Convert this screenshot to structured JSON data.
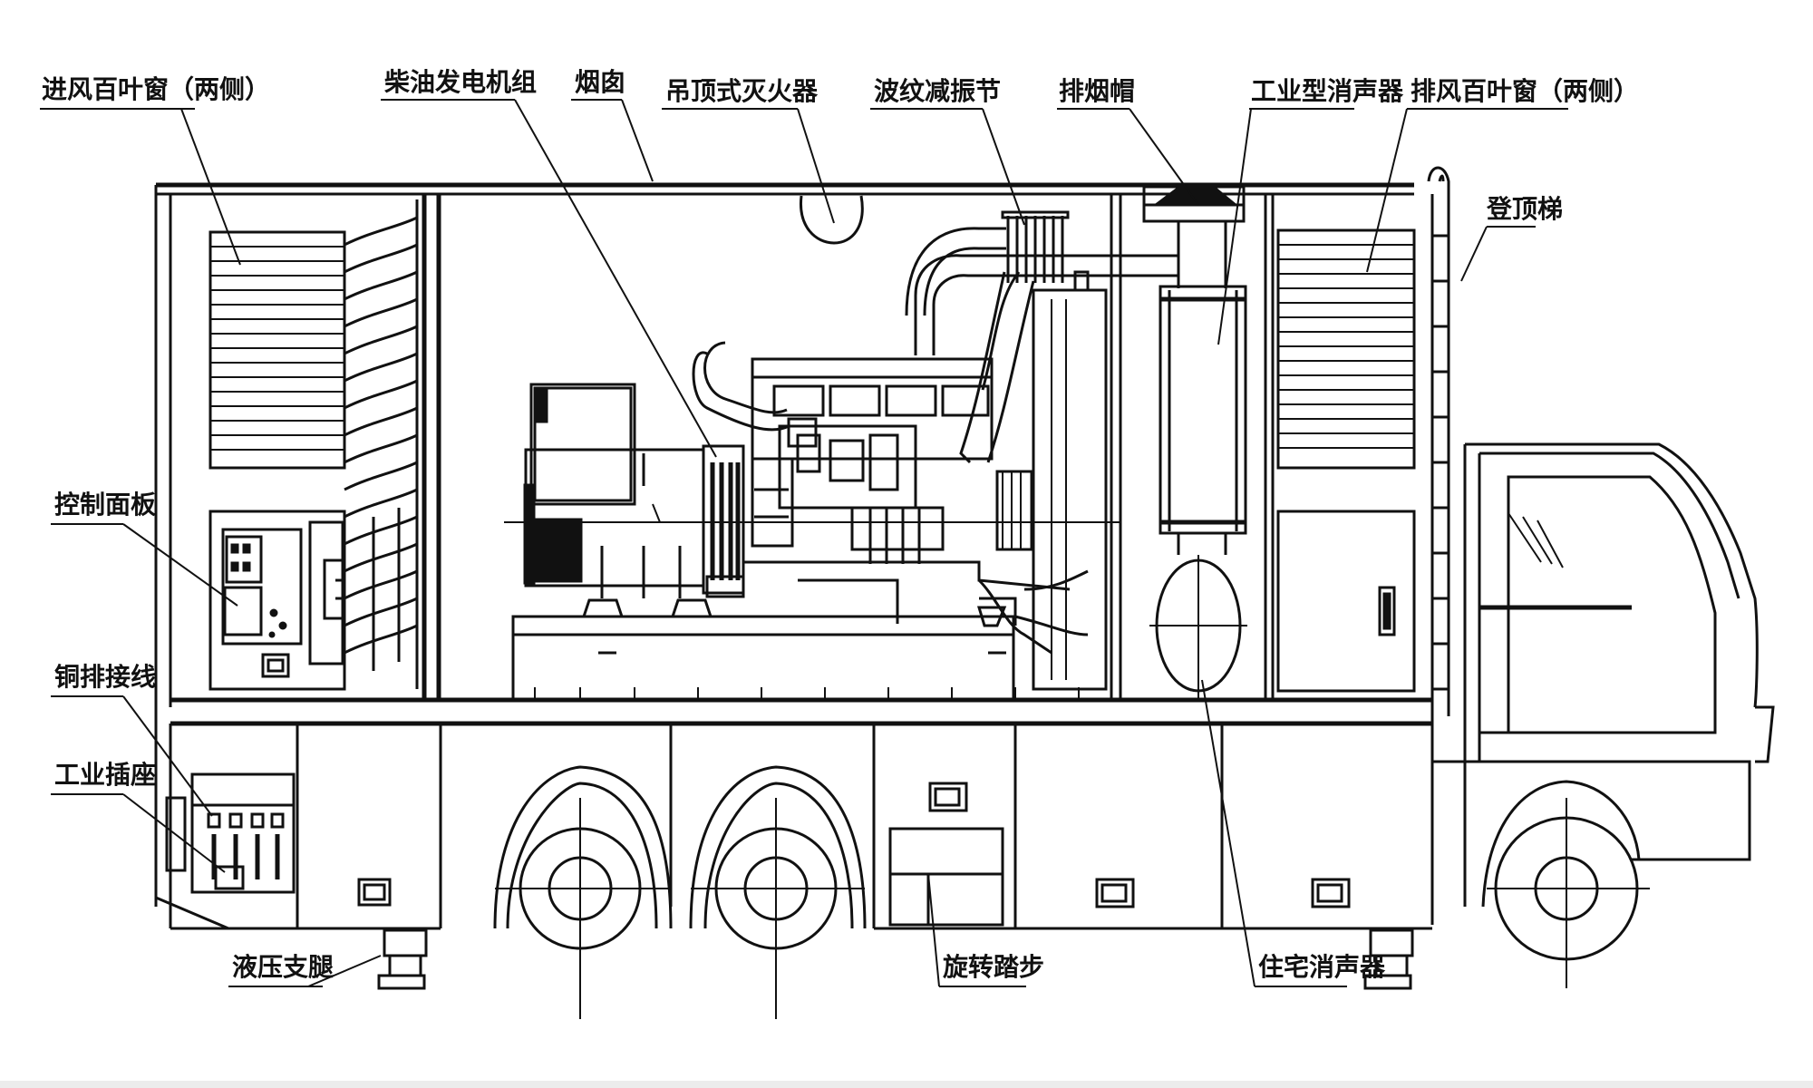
{
  "labels": {
    "inlet_louver": "进风百叶窗（两侧）",
    "diesel_genset": "柴油发电机组",
    "chimney": "烟囱",
    "fire_extinguisher": "吊顶式灭火器",
    "bellows": "波纹减振节",
    "rain_cap": "排烟帽",
    "industrial_muffler": "工业型消声器",
    "outlet_louver": "排风百叶窗（两侧）",
    "top_ladder": "登顶梯",
    "control_panel": "控制面板",
    "copper_bus": "铜排接线",
    "industrial_socket": "工业插座",
    "hydraulic_leg": "液压支腿",
    "rotary_step": "旋转踏步",
    "residential_muffler": "住宅消声器"
  },
  "colors": {
    "line": "#111111",
    "background": "#ffffff"
  }
}
